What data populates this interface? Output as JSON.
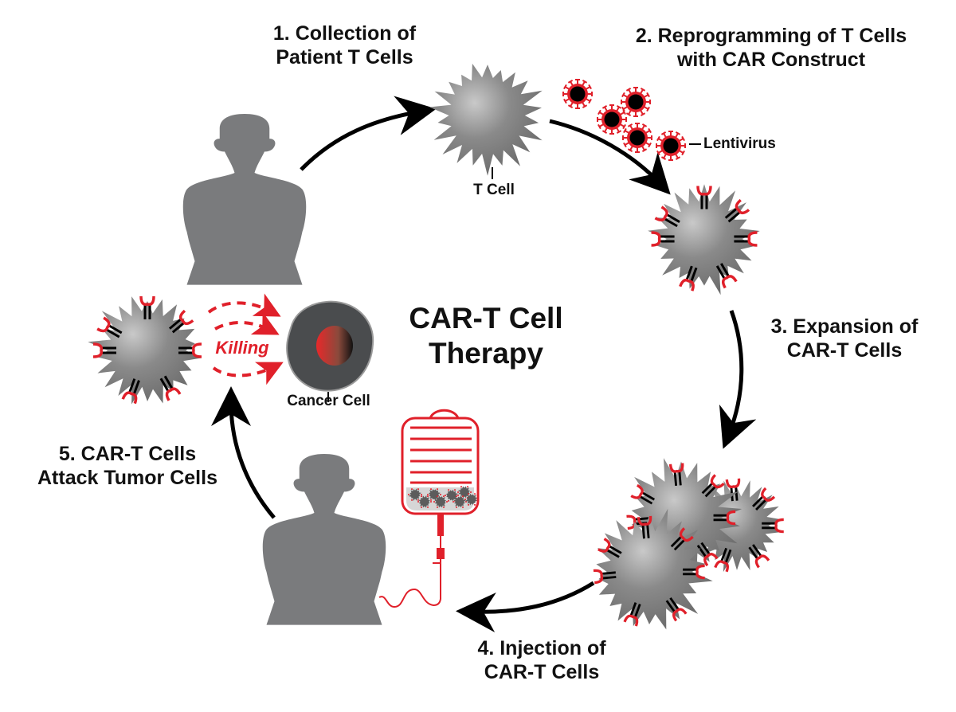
{
  "diagram": {
    "title": [
      "CAR-T Cell",
      "Therapy"
    ],
    "steps": [
      {
        "id": 1,
        "lines": [
          "1. Collection of",
          "Patient T Cells"
        ]
      },
      {
        "id": 2,
        "lines": [
          "2. Reprogramming of T Cells",
          "with CAR Construct"
        ]
      },
      {
        "id": 3,
        "lines": [
          "3. Expansion of",
          "CAR-T Cells"
        ]
      },
      {
        "id": 4,
        "lines": [
          "4. Injection of",
          "CAR-T Cells"
        ]
      },
      {
        "id": 5,
        "lines": [
          "5. CAR-T Cells",
          "Attack Tumor Cells"
        ]
      }
    ],
    "labels": {
      "t_cell": "T Cell",
      "lentivirus": "Lentivirus",
      "cancer_cell": "Cancer Cell",
      "killing": "Killing"
    },
    "colors": {
      "silhouette": "#7a7b7d",
      "cell_gray": "#7f7f7f",
      "car_red": "#e0202a",
      "arrow": "#000000",
      "cancer_body": "#4a4c4e",
      "text": "#111111"
    },
    "counts": {
      "lentivirus_particles": 5,
      "expanded_cells": 3,
      "bag_cells": 8
    }
  }
}
